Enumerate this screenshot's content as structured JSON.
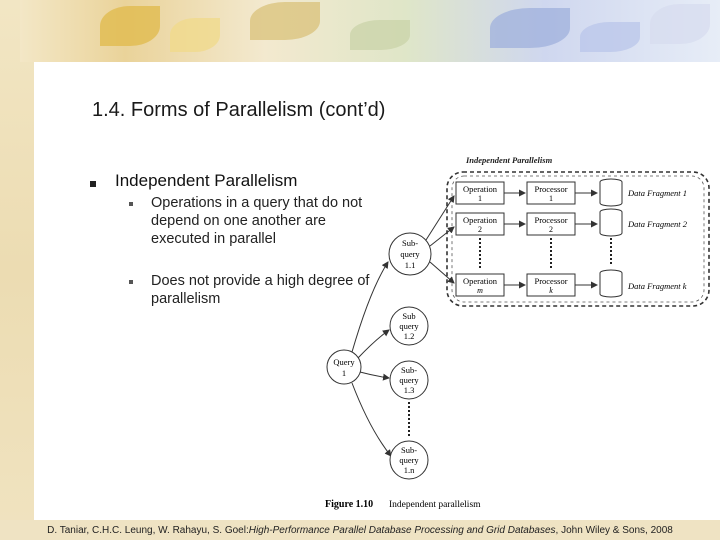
{
  "slide": {
    "title": "1.4. Forms of Parallelism (cont’d)",
    "bullet": "Independent Parallelism",
    "sub_bullets": [
      "Operations in a query that do not depend on one another are executed in parallel",
      "Does not provide a high degree of parallelism"
    ]
  },
  "figure": {
    "heading": "Independent Parallelism",
    "caption_num": "Figure 1.10",
    "caption_text": "Independent parallelism",
    "rows": [
      {
        "op": [
          "Operation",
          "1"
        ],
        "proc": [
          "Processor",
          "1"
        ],
        "frag": "Data Fragment 1"
      },
      {
        "op": [
          "Operation",
          "2"
        ],
        "proc": [
          "Processor",
          "2"
        ],
        "frag": "Data Fragment 2"
      },
      {
        "op": [
          "Operation",
          "m"
        ],
        "proc": [
          "Processor",
          "k"
        ],
        "frag": "Data Fragment k"
      }
    ],
    "query": [
      "Query",
      "1"
    ],
    "subqueries": [
      [
        "Sub-",
        "query",
        "1.1"
      ],
      [
        "Sub",
        "query",
        "1.2"
      ],
      [
        "Sub-",
        "query",
        "1.3"
      ],
      [
        "Sub-",
        "query",
        "1.n"
      ]
    ]
  },
  "footer": {
    "authors": "D. Taniar, C.H.C. Leung, W. Rahayu, S. Goel: ",
    "book": "High-Performance Parallel Database Processing and Grid Databases",
    "publisher": ", John Wiley & Sons, 2008"
  }
}
